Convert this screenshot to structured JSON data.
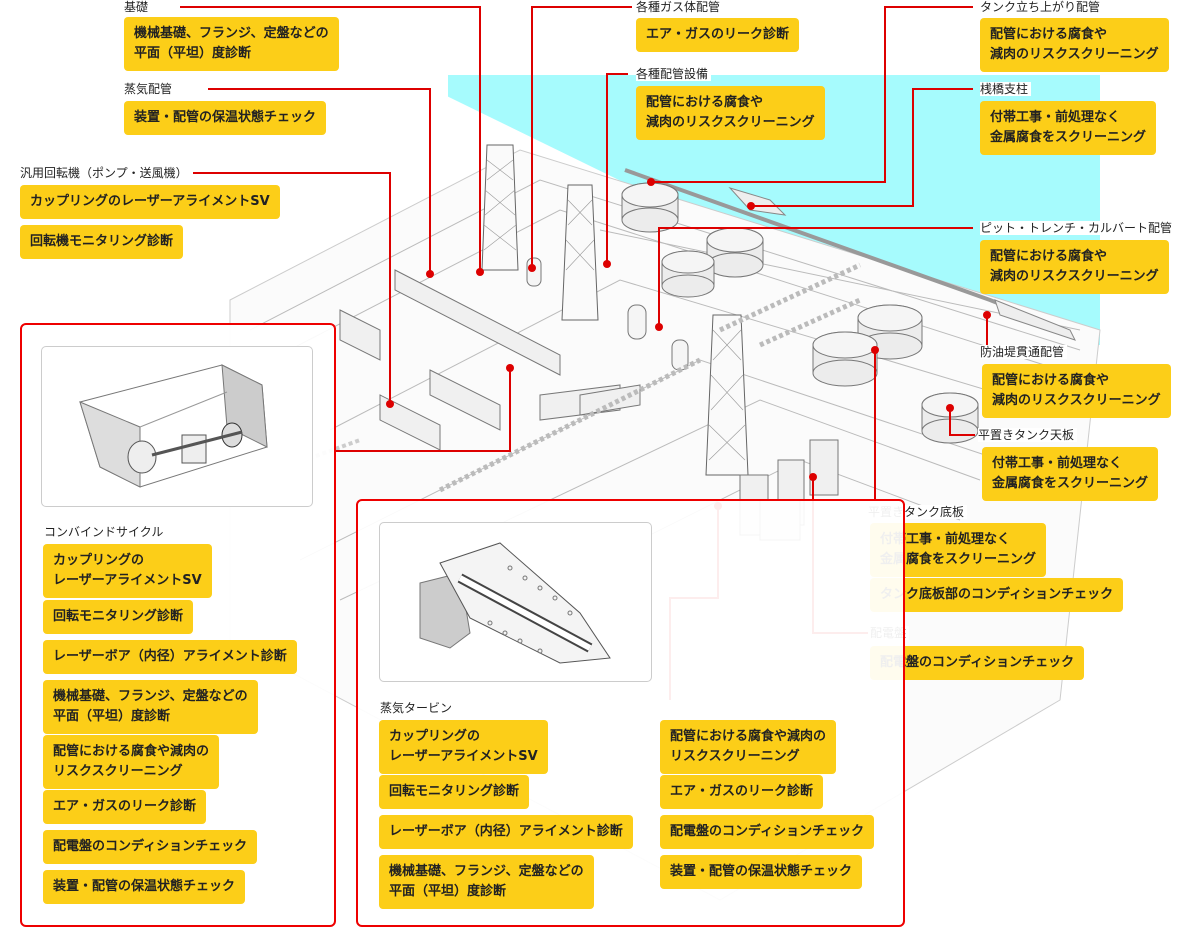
{
  "colors": {
    "accent_red": "#dd0000",
    "tag_yellow": "#fcce18",
    "sea_cyan": "#a6fbfd"
  },
  "callouts": [
    {
      "label": "基礎",
      "tags": [
        "機械基礎、フランジ、定盤などの\n平面（平坦）度診断"
      ]
    },
    {
      "label": "蒸気配管",
      "tags": [
        "装置・配管の保温状態チェック"
      ]
    },
    {
      "label": "汎用回転機（ポンプ・送風機）",
      "tags": [
        "カップリングのレーザーアライメントSV",
        "回転機モニタリング診断"
      ]
    },
    {
      "label": "各種ガス体配管",
      "tags": [
        "エア・ガスのリーク診断"
      ]
    },
    {
      "label": "各種配管設備",
      "tags": [
        "配管における腐食や\n減肉のリスクスクリーニング"
      ]
    },
    {
      "label": "タンク立ち上がり配管",
      "tags": [
        "配管における腐食や\n減肉のリスクスクリーニング"
      ]
    },
    {
      "label": "桟橋支柱",
      "tags": [
        "付帯工事・前処理なく\n金属腐食をスクリーニング"
      ]
    },
    {
      "label": "ピット・トレンチ・カルバート配管",
      "tags": [
        "配管における腐食や\n減肉のリスクスクリーニング"
      ]
    },
    {
      "label": "防油堤貫通配管",
      "tags": [
        "配管における腐食や\n減肉のリスクスクリーニング"
      ]
    },
    {
      "label": "平置きタンク天板",
      "tags": [
        "付帯工事・前処理なく\n金属腐食をスクリーニング"
      ]
    },
    {
      "label": "平置きタンク底板",
      "tags": [
        "付帯工事・前処理なく\n金属腐食をスクリーニング",
        "タンク底板部のコンディションチェック"
      ]
    },
    {
      "label": "配電盤",
      "tags": [
        "配電盤のコンディションチェック"
      ]
    }
  ],
  "panels": {
    "combined_cycle": {
      "title": "コンバインドサイクル",
      "image_alt": "rotating-machine-illustration",
      "tags": [
        "カップリングの\nレーザーアライメントSV",
        "回転モニタリング診断",
        "レーザーボア（内径）アライメント診断",
        "機械基礎、フランジ、定盤などの\n平面（平坦）度診断",
        "配管における腐食や減肉の\nリスクスクリーニング",
        "エア・ガスのリーク診断",
        "配電盤のコンディションチェック",
        "装置・配管の保温状態チェック"
      ]
    },
    "steam_turbine": {
      "title": "蒸気タービン",
      "image_alt": "steam-turbine-illustration",
      "tags_left": [
        "カップリングの\nレーザーアライメントSV",
        "回転モニタリング診断",
        "レーザーボア（内径）アライメント診断",
        "機械基礎、フランジ、定盤などの\n平面（平坦）度診断"
      ],
      "tags_right": [
        "配管における腐食や減肉の\nリスクスクリーニング",
        "エア・ガスのリーク診断",
        "配電盤のコンディションチェック",
        "装置・配管の保温状態チェック"
      ]
    }
  }
}
